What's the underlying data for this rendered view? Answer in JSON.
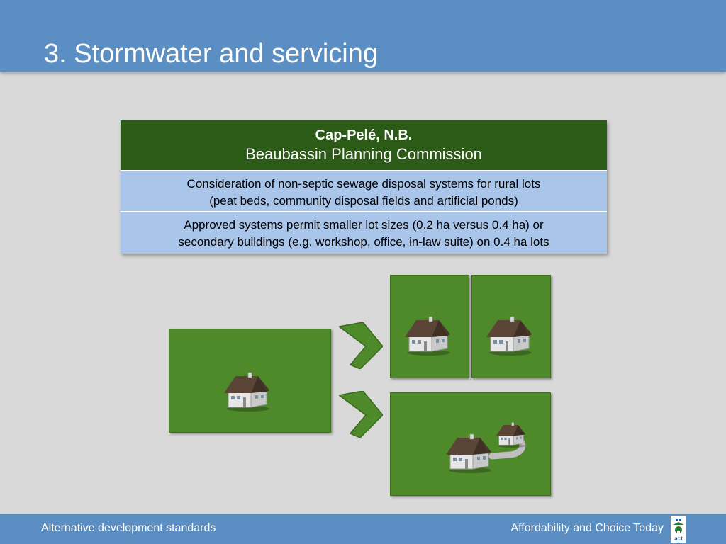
{
  "header": {
    "title": "3. Stormwater and servicing"
  },
  "table": {
    "heading_line1": "Cap-Pelé, N.B.",
    "heading_line2": "Beaubassin Planning Commission",
    "rows": [
      {
        "line1": "Consideration of non-septic sewage disposal systems for rural lots",
        "line2": "(peat beds, community disposal fields and artificial ponds)"
      },
      {
        "line1": "Approved systems permit smaller lot sizes (0.2 ha versus 0.4 ha) or",
        "line2": "secondary buildings (e.g. workshop, office, in-law suite) on 0.4 ha lots"
      }
    ]
  },
  "footer": {
    "left": "Alternative development standards",
    "right": "Affordability and Choice Today",
    "logo_text": "act"
  },
  "colors": {
    "header_blue": "#5b8ec3",
    "table_heading_green": "#2c5a17",
    "table_row_blue": "#a9c5ea",
    "lot_green": "#4f8a2a"
  },
  "icons": [
    "house-icon",
    "arrow-chevron-icon",
    "act-logo-icon"
  ]
}
